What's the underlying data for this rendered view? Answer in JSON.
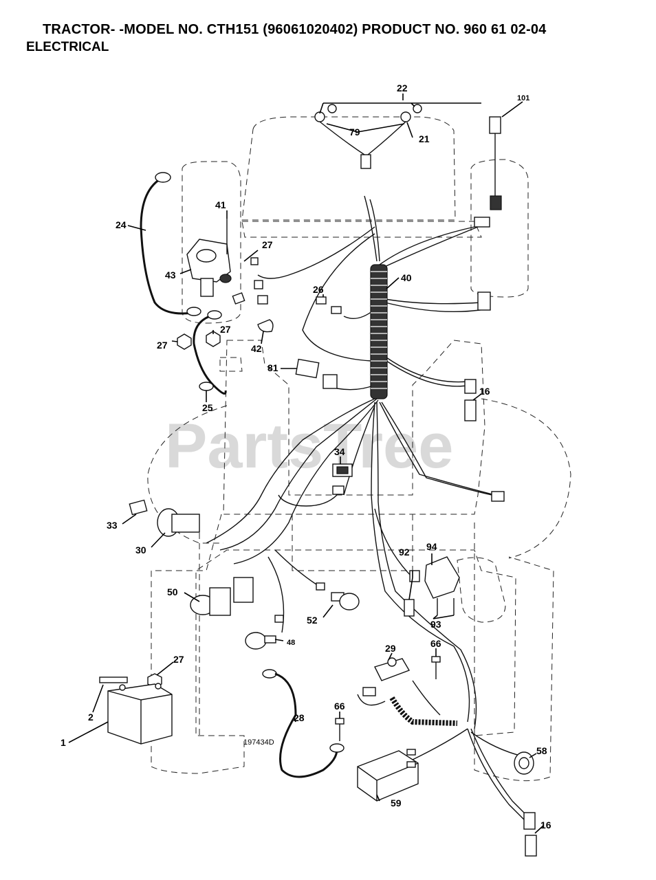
{
  "header": {
    "title": "TRACTOR- -MODEL NO. CTH151 (96061020402) PRODUCT NO. 960 61 02-04",
    "subtitle": "ELECTRICAL"
  },
  "watermark": "PartsTree",
  "diagram_ref": "197434D",
  "callouts": {
    "c1": "1",
    "c2": "2",
    "c16a": "16",
    "c16b": "16",
    "c21": "21",
    "c22": "22",
    "c24": "24",
    "c25": "25",
    "c26": "26",
    "c27a": "27",
    "c27b": "27",
    "c27c": "27",
    "c27d": "27",
    "c28": "28",
    "c29": "29",
    "c30": "30",
    "c33": "33",
    "c34": "34",
    "c40": "40",
    "c41": "41",
    "c42": "42",
    "c43": "43",
    "c48": "48",
    "c50": "50",
    "c52": "52",
    "c58": "58",
    "c59": "59",
    "c66a": "66",
    "c66b": "66",
    "c79": "79",
    "c81": "81",
    "c92": "92",
    "c93": "93",
    "c94": "94",
    "c101": "101"
  }
}
